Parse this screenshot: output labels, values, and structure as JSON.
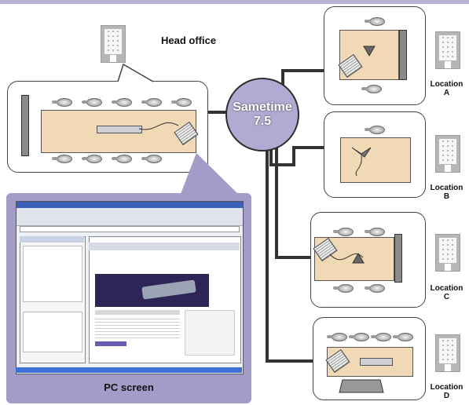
{
  "hub": {
    "line1": "Sametime",
    "line2": "7.5"
  },
  "head_office_label": "Head office",
  "pc_screen_label": "PC screen",
  "locations": [
    {
      "line1": "Location",
      "line2": "A"
    },
    {
      "line1": "Location",
      "line2": "B"
    },
    {
      "line1": "Location",
      "line2": "C"
    },
    {
      "line1": "Location",
      "line2": "D"
    }
  ],
  "colors": {
    "table": "#f2d9b6",
    "hub": "#b2aad2",
    "pc_frame": "#a39bc8",
    "lines": "#333333"
  }
}
